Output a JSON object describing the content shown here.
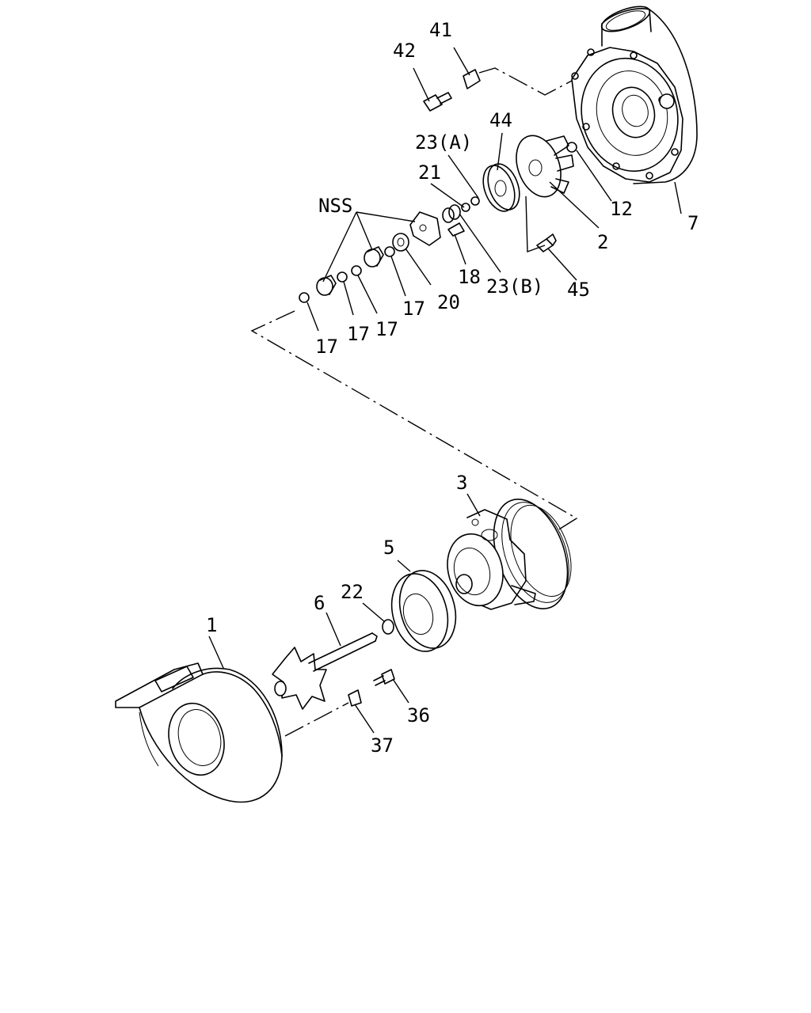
{
  "callouts": {
    "c41": "41",
    "c42": "42",
    "c44": "44",
    "c23a": "23(A)",
    "c21": "21",
    "c12": "12",
    "c7": "7",
    "c2": "2",
    "c45": "45",
    "c23b": "23(B)",
    "c18": "18",
    "c20": "20",
    "cnss": "NSS",
    "c17a": "17",
    "c17b": "17",
    "c17c": "17",
    "c17d": "17",
    "c3": "3",
    "c5": "5",
    "c22": "22",
    "c6": "6",
    "c1": "1",
    "c36": "36",
    "c37": "37"
  }
}
